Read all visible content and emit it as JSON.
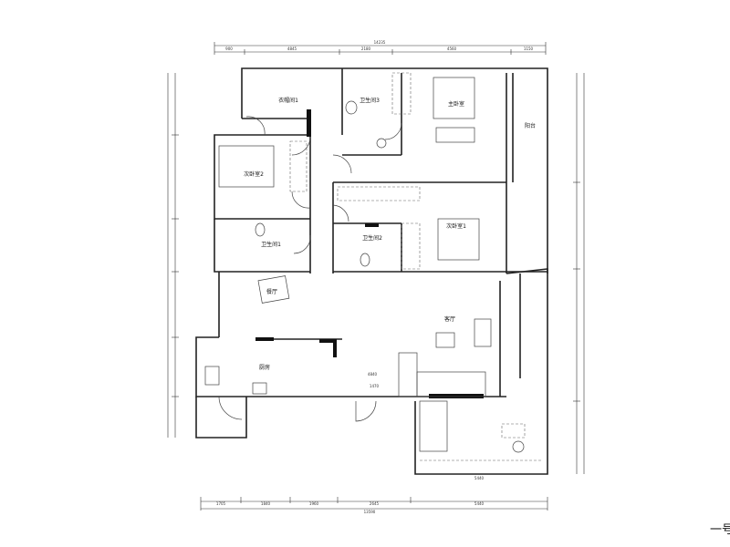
{
  "plan": {
    "rooms": {
      "coat_room": "衣帽间1",
      "bath3": "卫生间3",
      "master_bedroom": "主卧室",
      "bedroom2": "次卧室2",
      "bath1": "卫生间1",
      "bath2": "卫生间2",
      "bedroom1": "次卧室1",
      "dining": "餐厅",
      "living": "客厅",
      "kitchen": "厨房",
      "balcony": "阳台"
    },
    "dims_top": [
      "900",
      "4845",
      "2180",
      "4560",
      "1150"
    ],
    "dims_top_total": "14235",
    "dims_bottom": [
      "1705",
      "1840",
      "1960",
      "2645",
      "5440"
    ],
    "dims_bottom_total": "13590",
    "dim_balcony": "5440",
    "dim_passage": "4840",
    "dim_door": "1470",
    "title_fragment": "一号"
  }
}
